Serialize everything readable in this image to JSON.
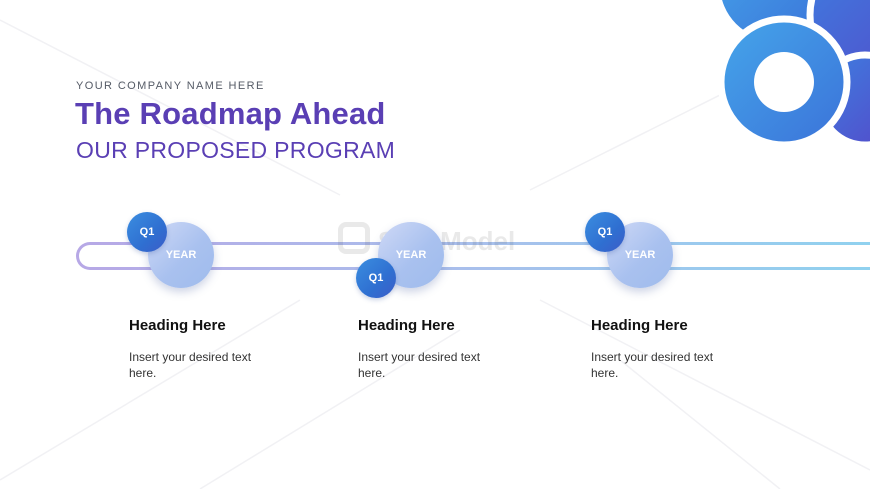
{
  "header": {
    "company": "YOUR COMPANY NAME HERE",
    "title": "The Roadmap Ahead",
    "subtitle": "OUR PROPOSED PROGRAM"
  },
  "watermark": {
    "text": "SlideModel"
  },
  "colors": {
    "title": "#5a3fb4",
    "badge": "#2f6fd1",
    "year_circle": "#a9c1ef",
    "decor_blue": "#3a8fe4",
    "decor_purple": "#5646c8"
  },
  "milestones": [
    {
      "quarter": "Q1",
      "year": "YEAR",
      "heading": "Heading Here",
      "body": "Insert your desired text here."
    },
    {
      "quarter": "Q1",
      "year": "YEAR",
      "heading": "Heading Here",
      "body": "Insert your desired text here."
    },
    {
      "quarter": "Q1",
      "year": "YEAR",
      "heading": "Heading Here",
      "body": "Insert your desired text here."
    }
  ]
}
